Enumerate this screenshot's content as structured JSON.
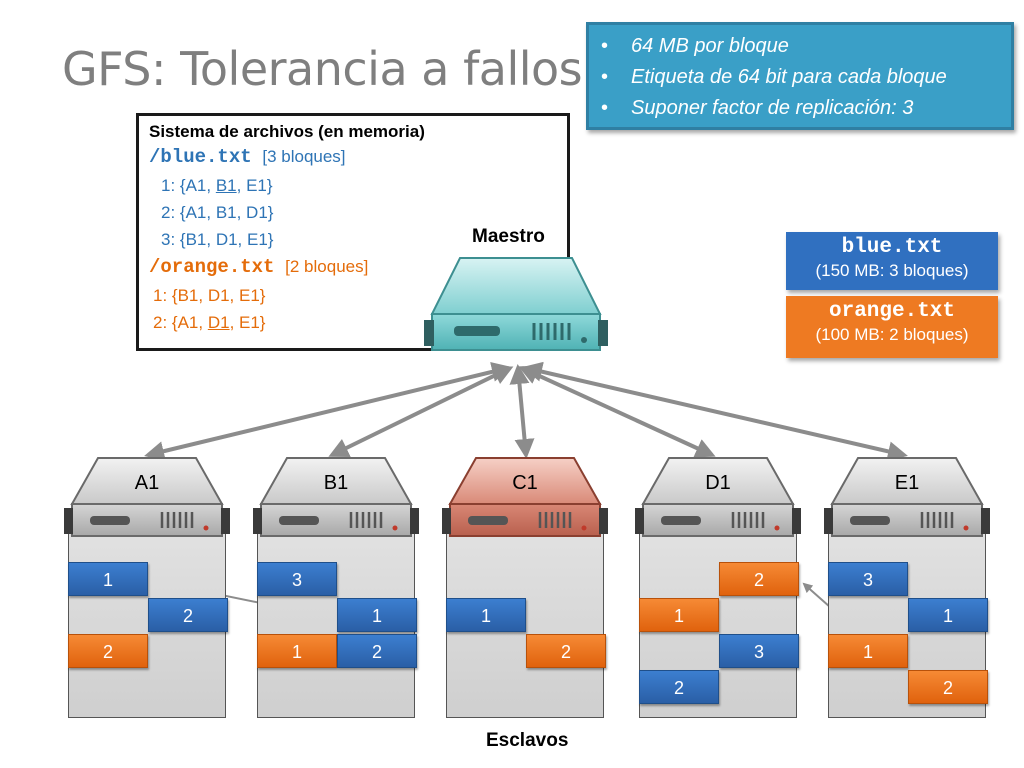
{
  "title": "GFS: Tolerancia a fallos",
  "notes": [
    "64 MB por bloque",
    "Etiqueta de 64 bit para cada bloque",
    "Suponer factor de replicación: 3"
  ],
  "filesystem": {
    "header": "Sistema de archivos (en memoria)",
    "blue_file": "/blue.txt",
    "blue_count": "[3 bloques]",
    "blue_chunks": [
      {
        "pre": "1: {A1, ",
        "u": "B1",
        "post": ", E1}"
      },
      {
        "pre": "2: {A1, B1, D1}",
        "u": "",
        "post": ""
      },
      {
        "pre": "3: {B1, D1, E1}",
        "u": "",
        "post": ""
      }
    ],
    "orange_file": "/orange.txt",
    "orange_count": "[2 bloques]",
    "orange_chunks": [
      {
        "pre": "1: {B1, D1, E1}",
        "u": "",
        "post": ""
      },
      {
        "pre": "2: {A1, ",
        "u": "D1",
        "post": ", E1}"
      }
    ]
  },
  "master_label": "Maestro",
  "slaves_label": "Esclavos",
  "files": [
    {
      "name": "blue.txt",
      "size": "(150 MB: 3 bloques)",
      "color": "#3070c0"
    },
    {
      "name": "orange.txt",
      "size": "(100 MB: 2 bloques)",
      "color": "#ee7a22"
    }
  ],
  "servers": [
    {
      "name": "A1",
      "failed": false,
      "chunks": [
        {
          "label": "1",
          "color": "blue",
          "col": 0,
          "row": 0
        },
        {
          "label": "2",
          "color": "blue",
          "col": 1,
          "row": 1
        },
        {
          "label": "2",
          "color": "orange",
          "col": 0,
          "row": 2
        }
      ]
    },
    {
      "name": "B1",
      "failed": false,
      "chunks": [
        {
          "label": "3",
          "color": "blue",
          "col": 0,
          "row": 0
        },
        {
          "label": "1",
          "color": "blue",
          "col": 1,
          "row": 1
        },
        {
          "label": "1",
          "color": "orange",
          "col": 0,
          "row": 2
        },
        {
          "label": "2",
          "color": "blue",
          "col": 1,
          "row": 2
        }
      ]
    },
    {
      "name": "C1",
      "failed": true,
      "chunks": [
        {
          "label": "1",
          "color": "blue",
          "col": 0,
          "row": 1
        },
        {
          "label": "2",
          "color": "orange",
          "col": 1,
          "row": 2
        }
      ]
    },
    {
      "name": "D1",
      "failed": false,
      "chunks": [
        {
          "label": "2",
          "color": "orange",
          "col": 1,
          "row": 0
        },
        {
          "label": "1",
          "color": "orange",
          "col": 0,
          "row": 1
        },
        {
          "label": "3",
          "color": "blue",
          "col": 1,
          "row": 2
        },
        {
          "label": "2",
          "color": "blue",
          "col": 0,
          "row": 3
        }
      ]
    },
    {
      "name": "E1",
      "failed": false,
      "chunks": [
        {
          "label": "3",
          "color": "blue",
          "col": 0,
          "row": 0
        },
        {
          "label": "1",
          "color": "blue",
          "col": 1,
          "row": 1
        },
        {
          "label": "1",
          "color": "orange",
          "col": 0,
          "row": 2
        },
        {
          "label": "2",
          "color": "orange",
          "col": 1,
          "row": 3
        }
      ]
    }
  ]
}
